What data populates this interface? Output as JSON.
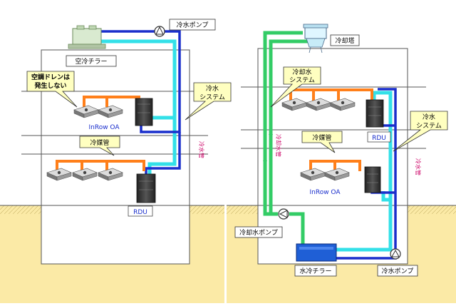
{
  "labels": {
    "air_chiller": "空冷チラー",
    "chilled_pump_left": "冷水ポンプ",
    "drain_note": [
      "空調ドレンは",
      "発生しない"
    ],
    "chilled_system_left": [
      "冷水",
      "システム"
    ],
    "inrow_oa_left": "InRow OA",
    "refrigerant_pipe_left": "冷媒管",
    "chilled_pipe_left": "冷水管",
    "rdu_left": "RDU",
    "cooling_tower": "冷却塔",
    "cooling_water_system": [
      "冷却水",
      "システム"
    ],
    "refrigerant_pipe_right": "冷媒管",
    "rdu_right": "RDU",
    "inrow_oa_right": "InRow OA",
    "cooling_water_pipe": "冷却水管",
    "chilled_system_right": [
      "冷水",
      "システム"
    ],
    "chilled_pipe_right": "冷水管",
    "cooling_water_pump": "冷却水ポンプ",
    "water_chiller": "水冷チラー",
    "chilled_pump_right": "冷水ポンプ"
  },
  "colors": {
    "chilled_water": "#33e0e8",
    "cooling_water": "#33cc66",
    "return_pipe": "#1a2ecc",
    "refrigerant": "#ff7f1a",
    "ground": "#fbeaa6",
    "callout_fill": "#ffffc0",
    "label_fill": "#ffffff",
    "vertical_label": "#cc0066",
    "chiller_fill": "#1f5fd6"
  },
  "icons": [
    "air-cooled-chiller-icon",
    "cooling-tower-icon",
    "pump-icon",
    "indoor-unit-icon",
    "server-rack-icon",
    "water-chiller-icon"
  ]
}
